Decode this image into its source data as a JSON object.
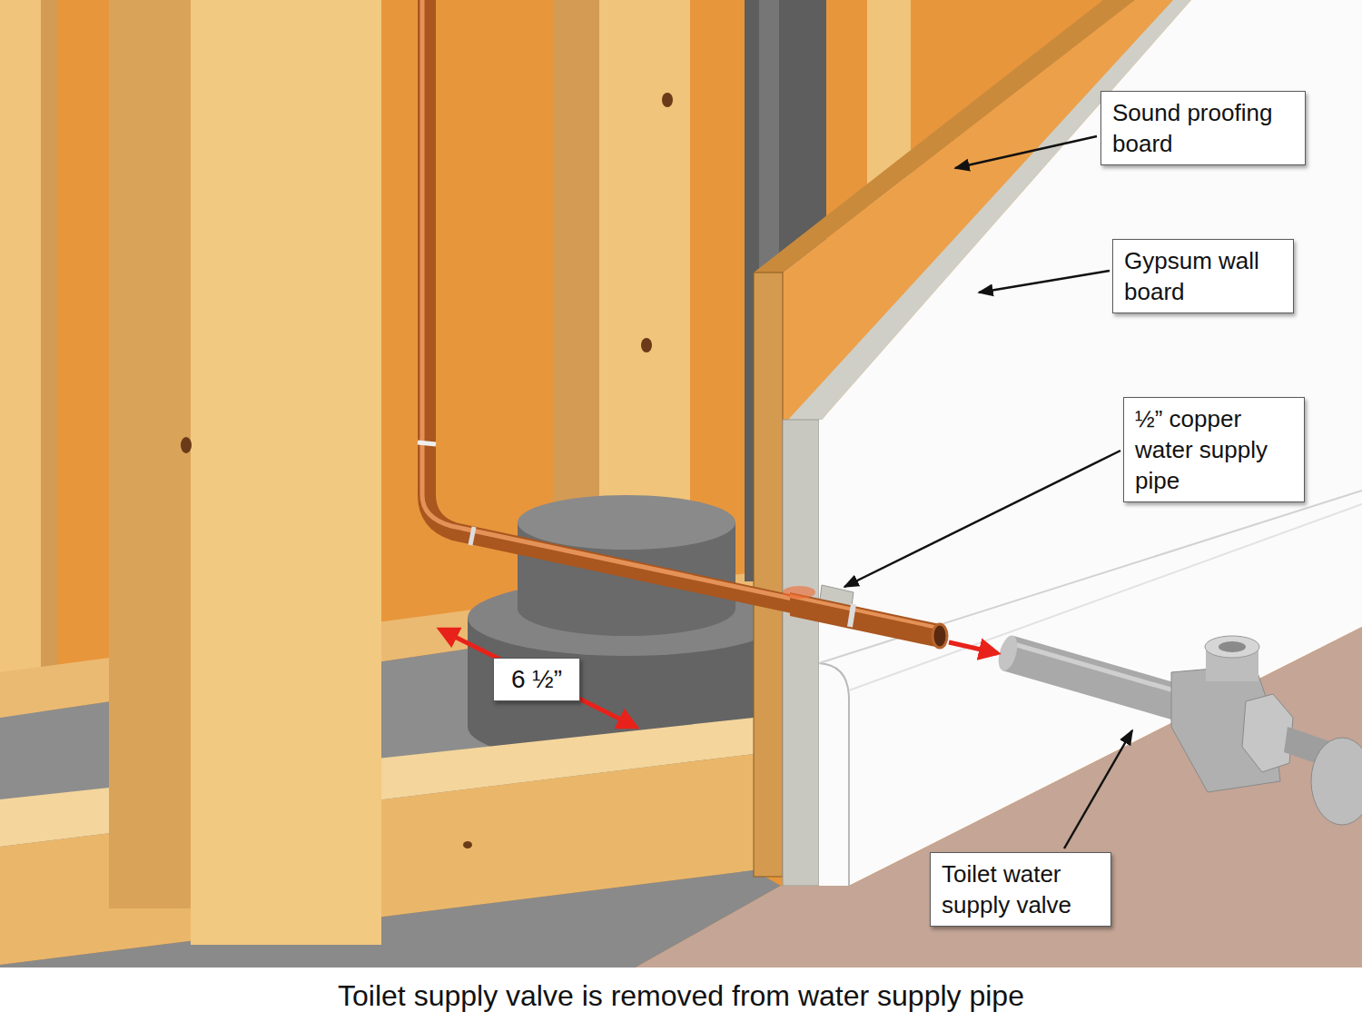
{
  "diagram": {
    "caption": "Toilet supply valve is removed from water supply pipe",
    "nodes": [
      {
        "text": [
          "Sound proofing board"
        ]
      },
      {
        "text": [
          "Gypsum wall board"
        ]
      },
      {
        "text": [
          "½” copper water supply pipe"
        ]
      },
      {
        "text": [
          "6 ½”"
        ]
      },
      {
        "text": [
          "Toilet water supply valve"
        ]
      }
    ]
  }
}
